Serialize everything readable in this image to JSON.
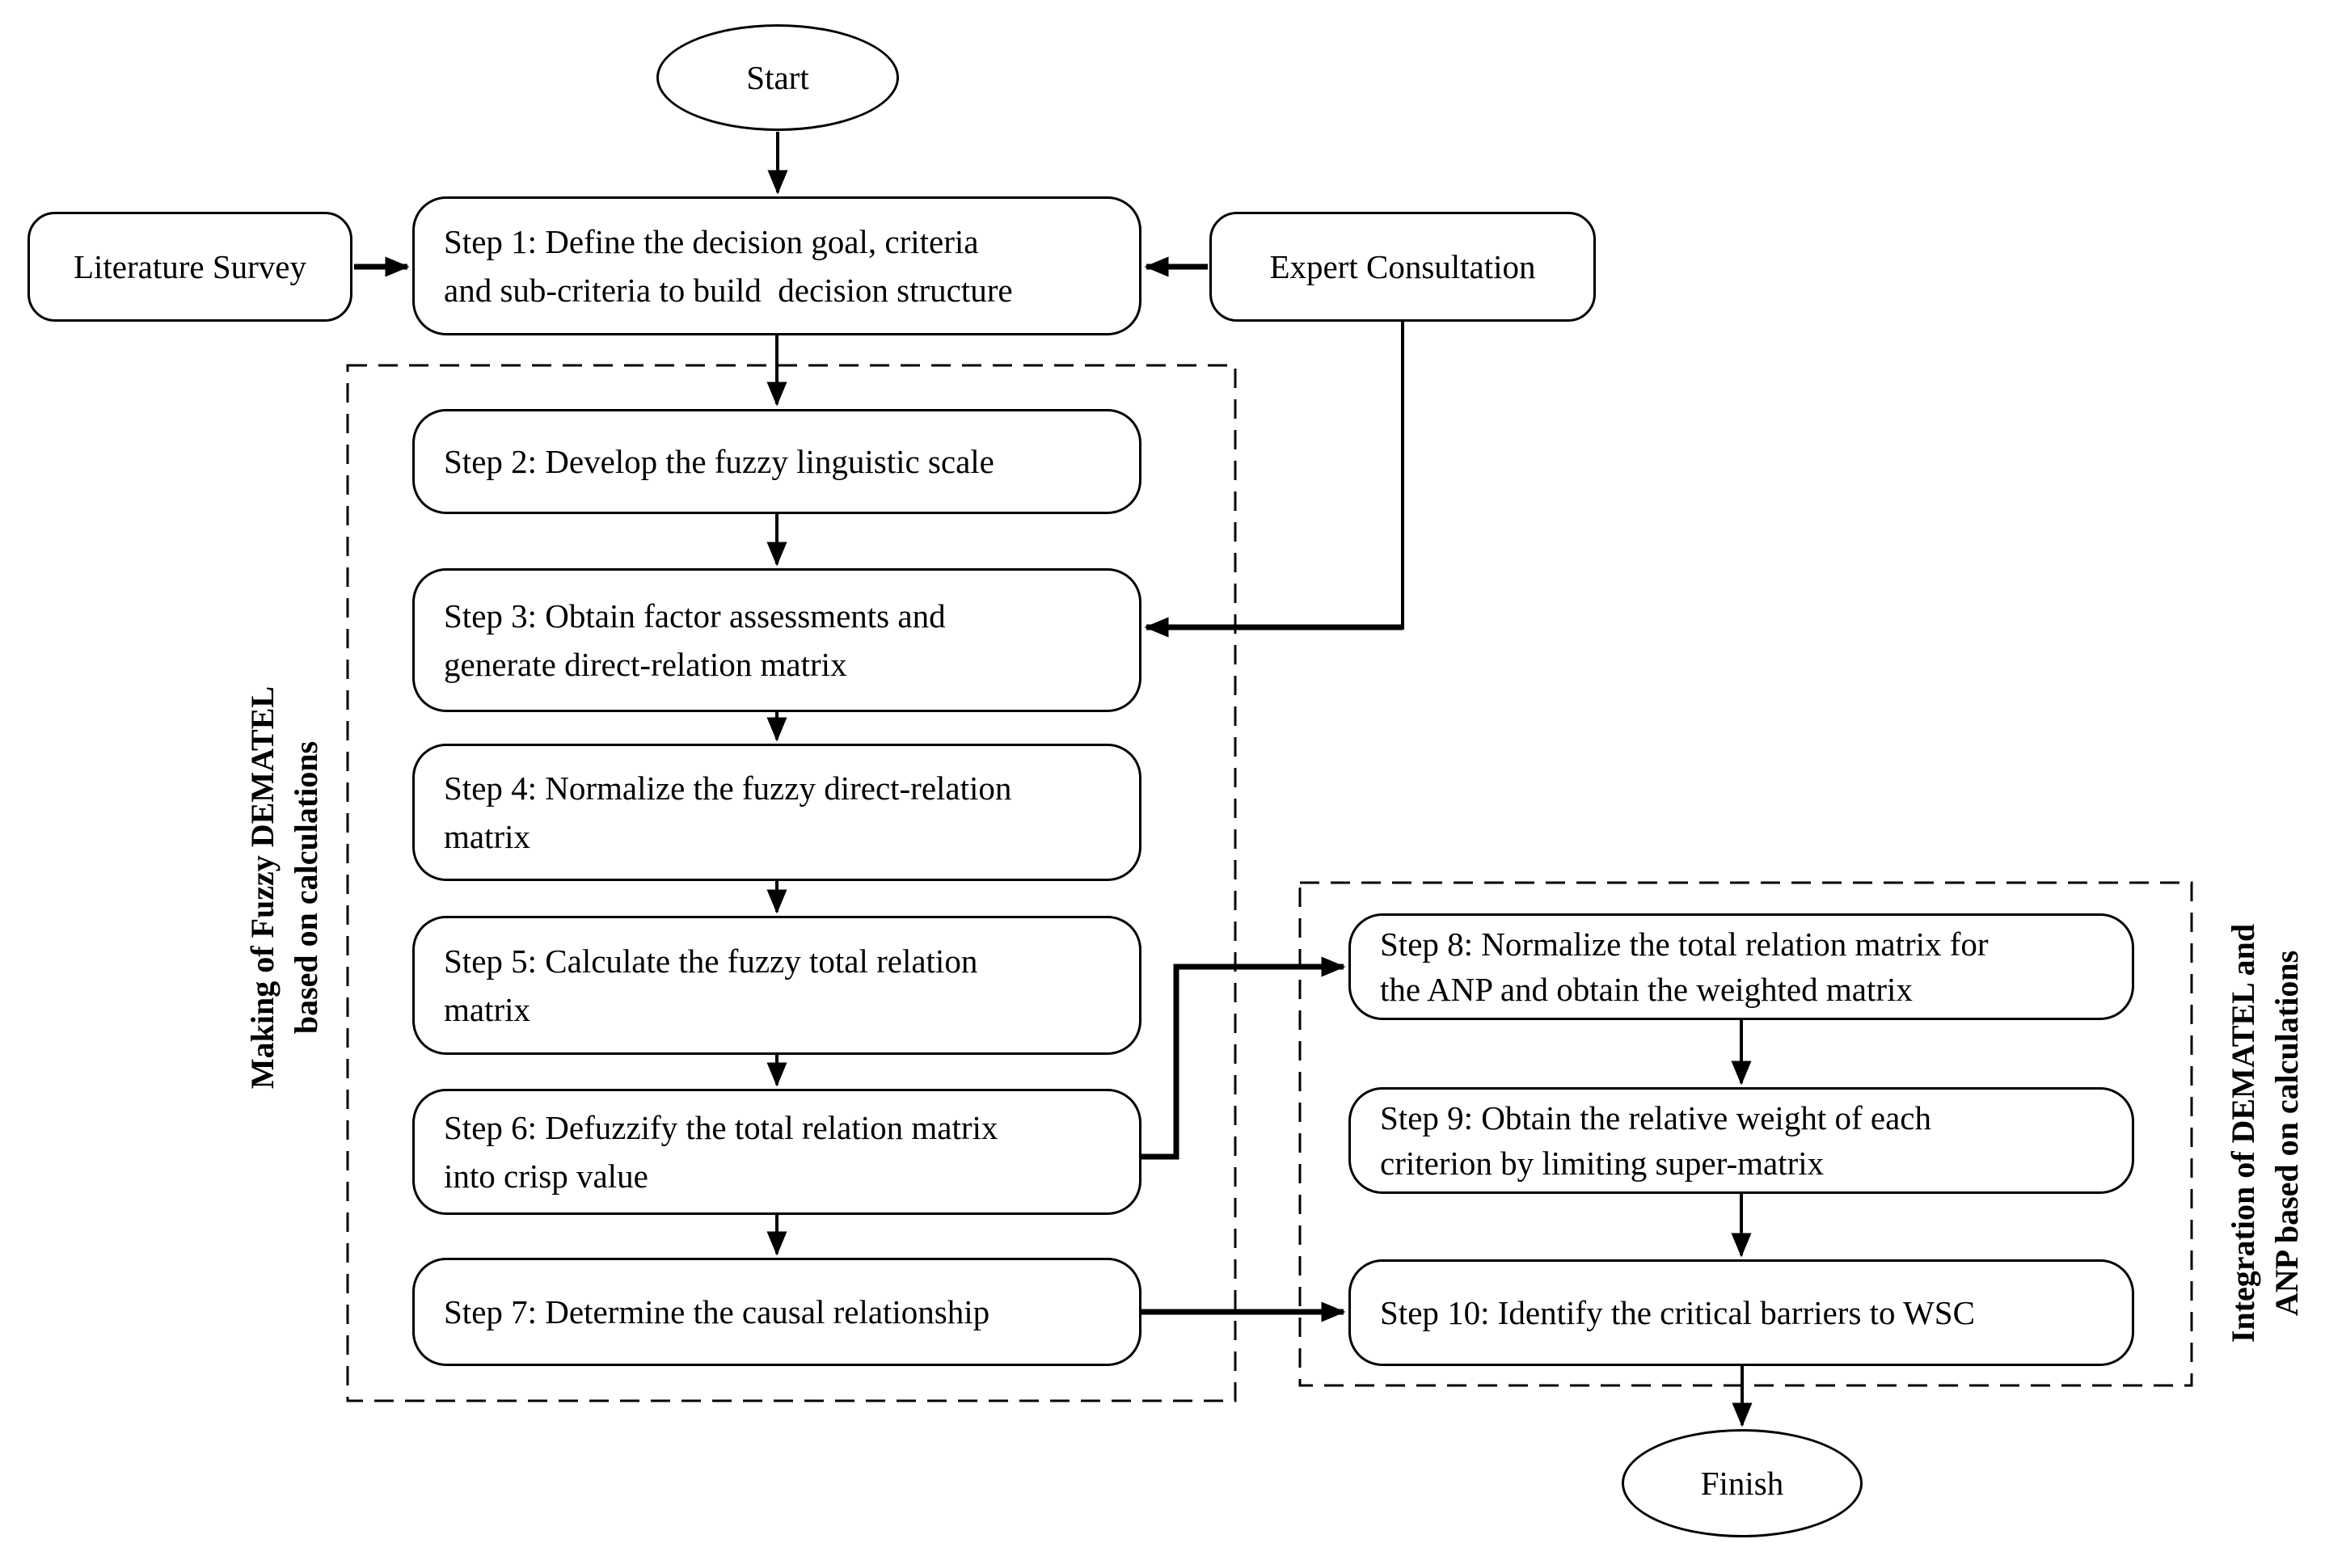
{
  "diagram": {
    "colors": {
      "ink": "#000000",
      "background": "#ffffff"
    },
    "nodes": {
      "start": {
        "label": "Start"
      },
      "literature_survey": {
        "label": "Literature Survey"
      },
      "expert_consultation": {
        "label": "Expert Consultation"
      },
      "step1": {
        "lines": [
          "Step 1: Define the decision goal, criteria",
          "and sub-criteria to build  decision structure"
        ]
      },
      "step2": {
        "lines": [
          "Step 2: Develop the fuzzy linguistic scale"
        ]
      },
      "step3": {
        "lines": [
          "Step 3: Obtain factor assessments and",
          "generate direct-relation matrix"
        ]
      },
      "step4": {
        "lines": [
          "Step 4: Normalize the fuzzy direct-relation",
          "matrix"
        ]
      },
      "step5": {
        "lines": [
          "Step 5: Calculate the fuzzy total relation",
          "matrix"
        ]
      },
      "step6": {
        "lines": [
          "Step 6: Defuzzify the total relation matrix",
          "into crisp value"
        ]
      },
      "step7": {
        "lines": [
          "Step 7: Determine the causal relationship"
        ]
      },
      "step8": {
        "lines": [
          "Step 8: Normalize the total relation matrix for",
          "the ANP and obtain the weighted matrix"
        ]
      },
      "step9": {
        "lines": [
          "Step 9: Obtain the relative weight of each",
          "criterion by limiting super-matrix"
        ]
      },
      "step10": {
        "lines": [
          "Step 10: Identify the critical barriers to WSC"
        ]
      },
      "finish": {
        "label": "Finish"
      }
    },
    "groups": {
      "fuzzy_dematel": {
        "label_lines": [
          "Making of Fuzzy DEMATEL",
          "based on calculations"
        ]
      },
      "dematel_anp": {
        "label_lines": [
          "Integration of DEMATEL and",
          "ANP based on calculations"
        ]
      }
    }
  }
}
